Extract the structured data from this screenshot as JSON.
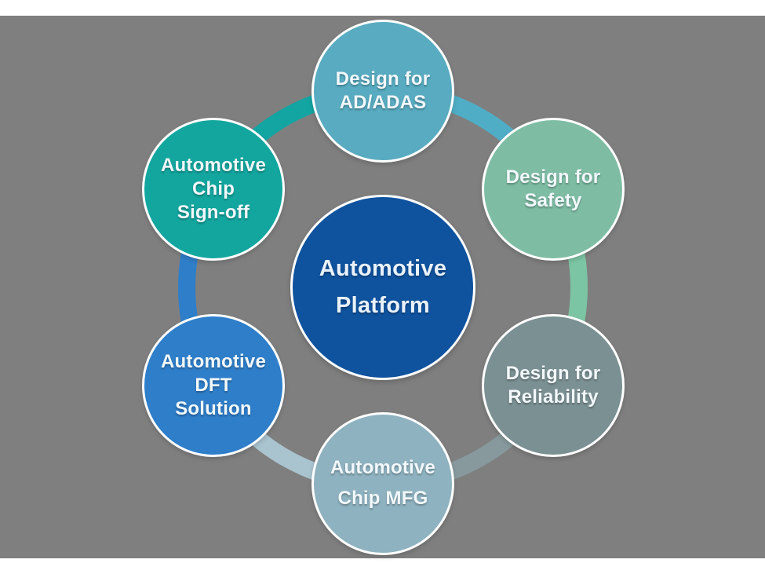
{
  "diagram": {
    "center": {
      "lines": [
        "Automotive",
        "Platform"
      ]
    },
    "nodes": {
      "ad_adas": {
        "lines": [
          "Design for",
          "AD/ADAS"
        ]
      },
      "safety": {
        "lines": [
          "Design for",
          "Safety"
        ]
      },
      "reliability": {
        "lines": [
          "Design for",
          "Reliability"
        ]
      },
      "chip_mfg": {
        "lines": [
          "Automotive",
          "Chip MFG"
        ]
      },
      "dft": {
        "lines": [
          "Automotive",
          "DFT",
          "Solution"
        ]
      },
      "sign_off": {
        "lines": [
          "Automotive",
          "Chip",
          "Sign-off"
        ]
      }
    }
  },
  "colors": {
    "page": "#ffffff",
    "background": "#7f7f7f",
    "center": "#0f529e",
    "nodes": {
      "ad_adas": "#58abc0",
      "safety": "#7ebda4",
      "reliability": "#7b9093",
      "chip_mfg": "#8fb2c0",
      "dft": "#2f7ec9",
      "sign_off": "#13a69f"
    },
    "ring": {
      "ad_adas": "#4fadc6",
      "safety": "#7cc5a4",
      "reliability": "#87999c",
      "chip_mfg": "#a9c3cf",
      "dft": "#2f7ec9",
      "sign_off": "#12a5a2"
    }
  }
}
